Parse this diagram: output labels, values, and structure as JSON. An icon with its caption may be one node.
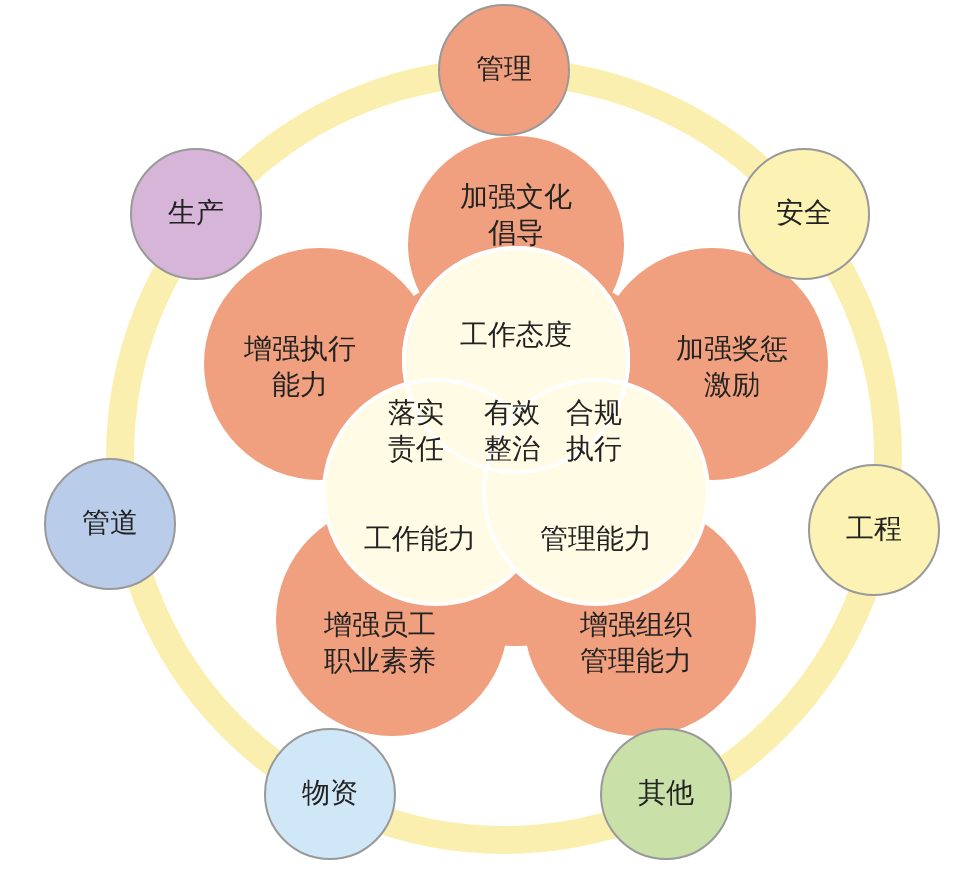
{
  "diagram": {
    "nodes": [
      {
        "text": [
          "管理"
        ]
      },
      {
        "text": [
          "安全"
        ]
      },
      {
        "text": [
          "工程"
        ]
      },
      {
        "text": [
          "其他"
        ]
      },
      {
        "text": [
          "物资"
        ]
      },
      {
        "text": [
          "管道"
        ]
      },
      {
        "text": [
          "生产"
        ]
      },
      {
        "text": [
          "加强文化倡导"
        ]
      },
      {
        "text": [
          "增强执行能力"
        ]
      },
      {
        "text": [
          "加强奖惩激励"
        ]
      },
      {
        "text": [
          "增强员工职业素养"
        ]
      },
      {
        "text": [
          "增强组织管理能力"
        ]
      },
      {
        "text": [
          "工作态度"
        ]
      },
      {
        "text": [
          "落实责任"
        ]
      },
      {
        "text": [
          "有效整治"
        ]
      },
      {
        "text": [
          "合规执行"
        ]
      },
      {
        "text": [
          "工作能力"
        ]
      },
      {
        "text": [
          "管理能力"
        ]
      }
    ],
    "edges": []
  }
}
